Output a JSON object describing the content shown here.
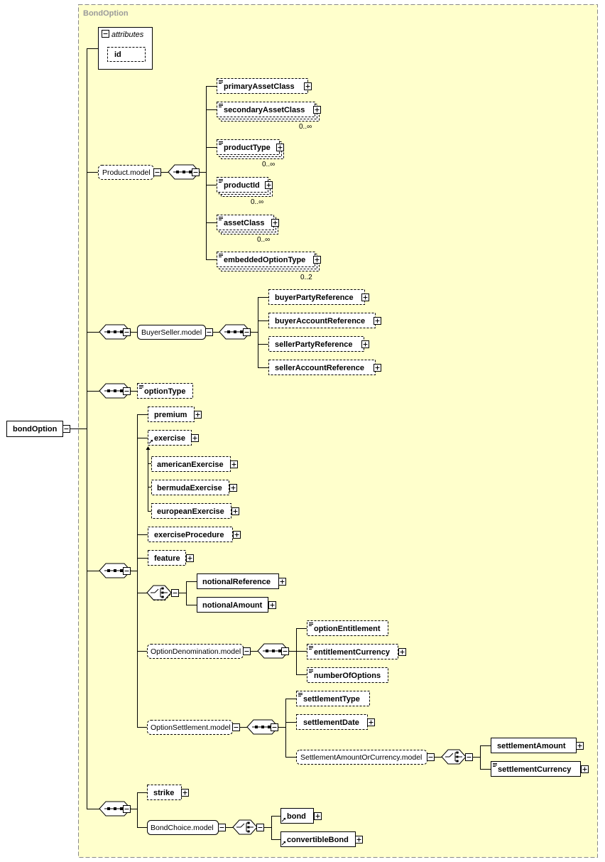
{
  "container": {
    "title": "BondOption",
    "bg": "#ffffcc"
  },
  "root": {
    "label": "bondOption"
  },
  "attributes": {
    "label": "attributes",
    "items": [
      "id"
    ]
  },
  "product_model": {
    "label": "Product.model",
    "children": [
      {
        "label": "primaryAssetClass",
        "card": ""
      },
      {
        "label": "secondaryAssetClass",
        "card": "0..∞"
      },
      {
        "label": "productType",
        "card": "0..∞"
      },
      {
        "label": "productId",
        "card": "0..∞"
      },
      {
        "label": "assetClass",
        "card": "0..∞"
      },
      {
        "label": "embeddedOptionType",
        "card": "0..2"
      }
    ]
  },
  "buyer_seller": {
    "label": "BuyerSeller.model",
    "children": [
      "buyerPartyReference",
      "buyerAccountReference",
      "sellerPartyReference",
      "sellerAccountReference"
    ]
  },
  "option_type": {
    "label": "optionType"
  },
  "option_group": {
    "premium": "premium",
    "exercise": "exercise",
    "exercise_children": [
      "americanExercise",
      "bermudaExercise",
      "europeanExercise"
    ],
    "exercise_procedure": "exerciseProcedure",
    "feature": "feature",
    "notional_choice": [
      "notionalReference",
      "notionalAmount"
    ],
    "option_denomination": {
      "label": "OptionDenomination.model",
      "children": [
        "optionEntitlement",
        "entitlementCurrency",
        "numberOfOptions"
      ]
    },
    "option_settlement": {
      "label": "OptionSettlement.model",
      "children": [
        "settlementType",
        "settlementDate"
      ],
      "amount_or_currency": {
        "label": "SettlementAmountOrCurrency.model",
        "children": [
          "settlementAmount",
          "settlementCurrency"
        ]
      }
    }
  },
  "strike_group": {
    "strike": "strike",
    "bond_choice": {
      "label": "BondChoice.model",
      "children": [
        "bond",
        "convertibleBond"
      ]
    }
  }
}
